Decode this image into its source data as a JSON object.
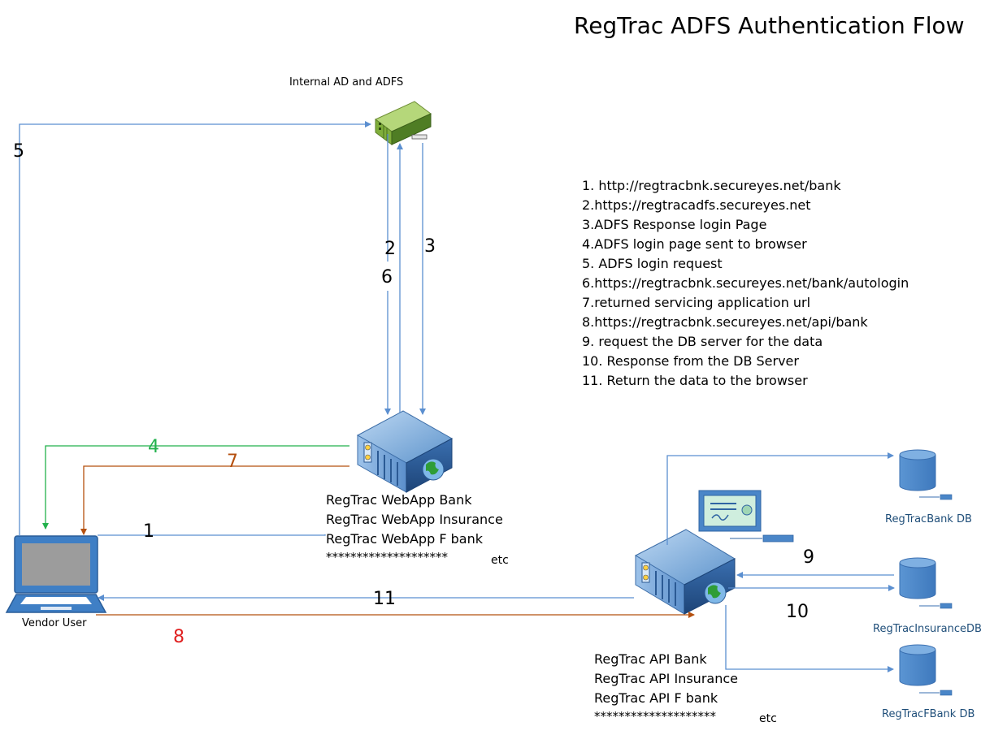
{
  "title": "RegTrac ADFS Authentication Flow",
  "nodes": {
    "adfs": {
      "label": "Internal AD and ADFS"
    },
    "vendor": {
      "label": "Vendor User"
    },
    "webapp": {
      "lines": [
        "RegTrac WebApp Bank",
        "RegTrac WebApp Insurance",
        "RegTrac WebApp F bank",
        "********************"
      ],
      "etc": "etc"
    },
    "api": {
      "lines": [
        "RegTrac API Bank",
        "RegTrac API Insurance",
        "RegTrac API F bank",
        "********************"
      ],
      "etc": "etc"
    },
    "db_bank": {
      "label": "RegTracBank DB"
    },
    "db_insurance": {
      "label": "RegTracInsuranceDB"
    },
    "db_fbank": {
      "label": "RegTracFBank DB"
    }
  },
  "steps": [
    "1. http://regtracbnk.secureyes.net/bank",
    "2.https://regtracadfs.secureyes.net",
    "3.ADFS Response login Page",
    "4.ADFS login page sent to browser",
    "5. ADFS login request",
    "6.https://regtracbnk.secureyes.net/bank/autologin",
    "7.returned servicing application url",
    "8.https://regtracbnk.secureyes.net/api/bank",
    "9. request the DB server for the data",
    "10. Response from the DB Server",
    "11. Return the data to the browser"
  ],
  "edge_labels": {
    "e1": "1",
    "e2": "2",
    "e3": "3",
    "e4": "4",
    "e5": "5",
    "e6": "6",
    "e7": "7",
    "e8": "8",
    "e9": "9",
    "e10": "10",
    "e11": "11"
  },
  "colors": {
    "blue_line": "#5b8fd0",
    "green": "#22b14c",
    "brown": "#b5500f",
    "red": "#e02020",
    "db_blue": "#4a86c8"
  }
}
